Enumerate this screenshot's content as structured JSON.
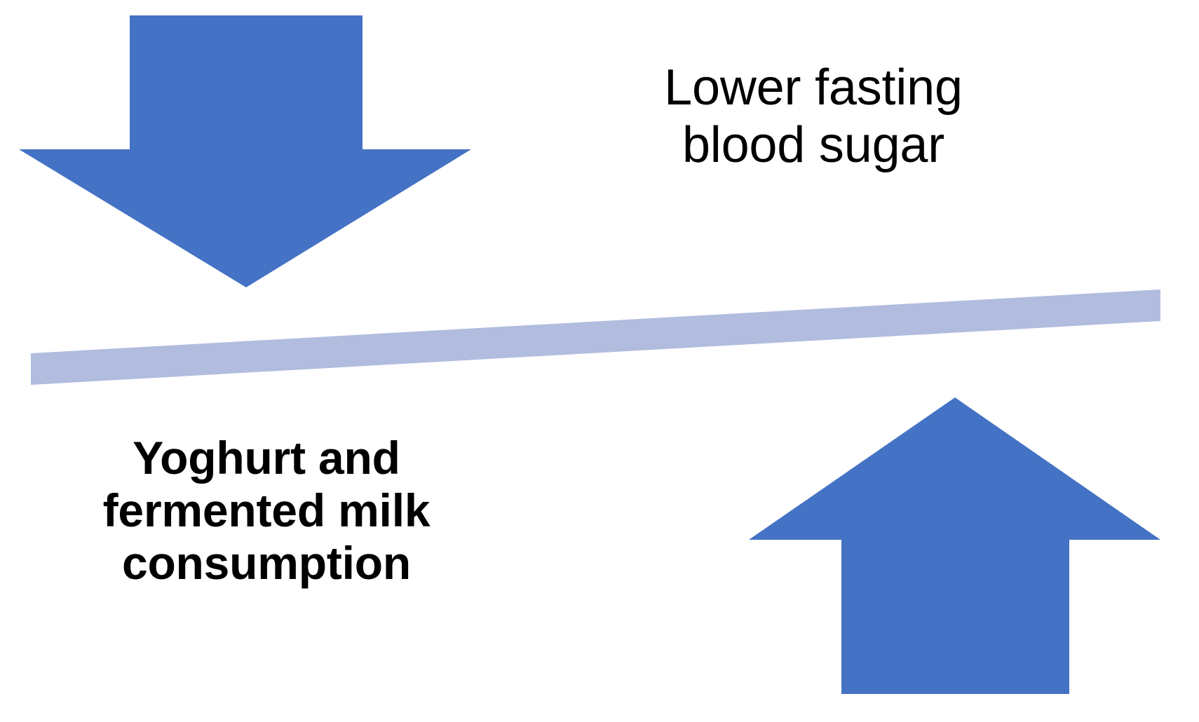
{
  "figure": {
    "kind": "seesaw-relationship-diagram",
    "background_color": "#FFFFFF",
    "arrow_color": "#4472C4",
    "beam_color": "#B1BCDF",
    "text_color": "#000000"
  },
  "labels": {
    "outcome": "Lower fasting blood sugar",
    "exposure": "Yoghurt and fermented milk consumption"
  },
  "icons": {
    "down_arrow": "arrow-down-icon",
    "up_arrow": "arrow-up-icon",
    "beam": "seesaw-beam-icon"
  },
  "chart_data": {
    "type": "diagram",
    "title": "",
    "relationship": "inverse",
    "elements": [
      {
        "name": "exposure",
        "label": "Yoghurt and fermented milk consumption",
        "direction": "up",
        "arrow": "arrow-up-icon",
        "color": "#4472C4",
        "side": "right"
      },
      {
        "name": "outcome",
        "label": "Lower fasting blood sugar",
        "direction": "down",
        "arrow": "arrow-down-icon",
        "color": "#4472C4",
        "side": "left"
      }
    ],
    "beam": {
      "label": "",
      "color": "#B1BCDF",
      "tilt": "right-side-up"
    }
  }
}
